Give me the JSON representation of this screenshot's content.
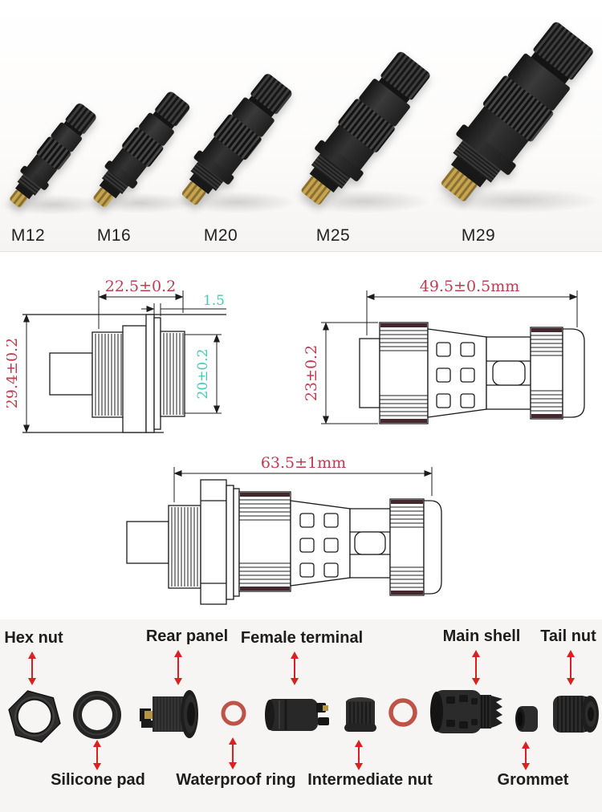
{
  "products": {
    "items": [
      {
        "label": "M12"
      },
      {
        "label": "M16"
      },
      {
        "label": "M20"
      },
      {
        "label": "M25"
      },
      {
        "label": "M29"
      }
    ]
  },
  "drawings": {
    "panel_mount": {
      "width": "22.5±0.2",
      "panel_thickness": "1.5",
      "flange_diameter": "29.4±0.2",
      "thread_diameter": "20±0.2"
    },
    "cable_connector": {
      "length": "49.5±0.5mm",
      "diameter": "23±0.2"
    },
    "assembled": {
      "length": "63.5±1mm"
    }
  },
  "exploded": {
    "labels_top": [
      "Hex nut",
      "Rear panel",
      "Female terminal",
      "Main shell",
      "Tail nut"
    ],
    "labels_bottom": [
      "Silicone pad",
      "Waterproof ring",
      "Intermediate nut",
      "Grommet"
    ]
  },
  "colors": {
    "dimension_red": "#c23b4f",
    "dimension_teal": "#46c9b5",
    "label_arrow_red": "#dc1f1f",
    "connector_body": "#2b2b2b",
    "gold_pins": "#c7a54e",
    "waterproof_ring_red": "#c05348"
  }
}
